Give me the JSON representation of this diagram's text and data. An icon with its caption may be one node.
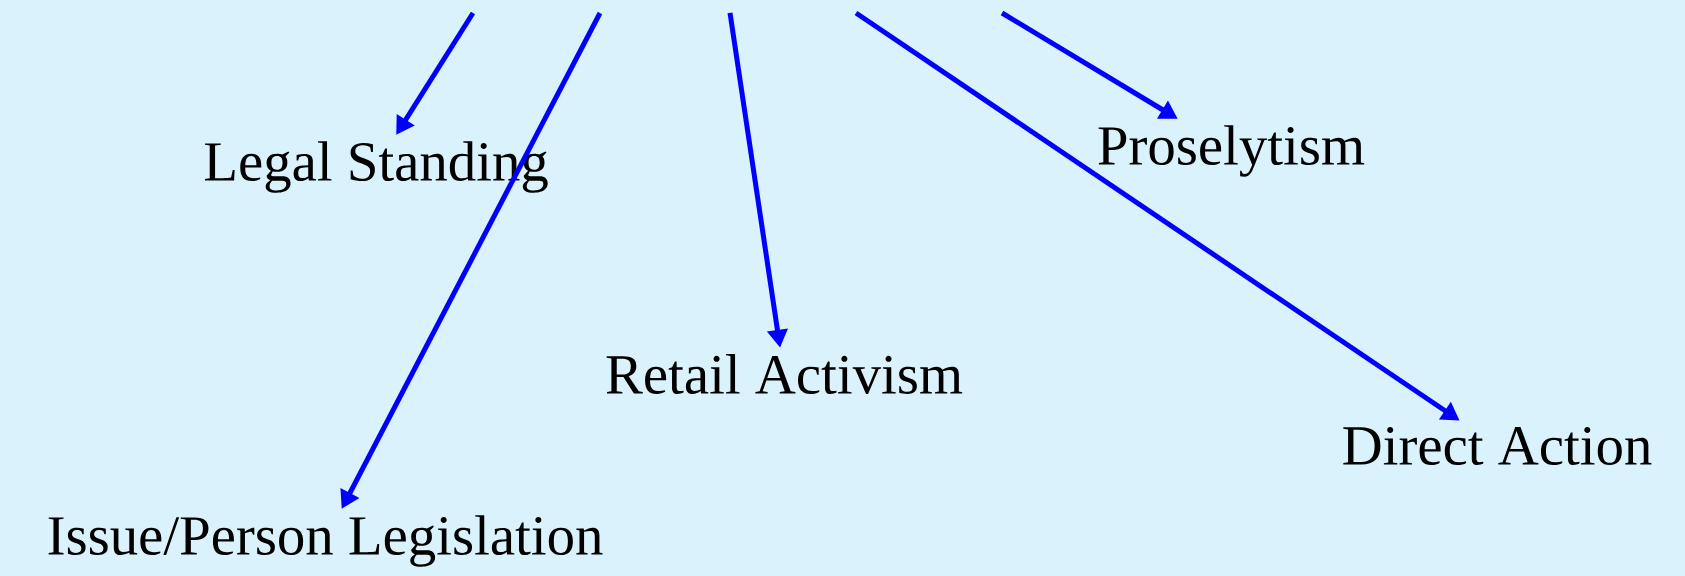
{
  "diagram": {
    "nodes": [
      {
        "text": [
          "Legal Standing"
        ]
      },
      {
        "text": [
          "Proselytism"
        ]
      },
      {
        "text": [
          "Retail Activism"
        ]
      },
      {
        "text": [
          "Direct Action"
        ]
      },
      {
        "text": [
          "Issue/Person Legislation"
        ]
      }
    ],
    "edges": [
      {
        "from": null,
        "to": 0,
        "arrow": "to"
      },
      {
        "from": null,
        "to": 4,
        "arrow": "to"
      },
      {
        "from": null,
        "to": 2,
        "arrow": "to"
      },
      {
        "from": null,
        "to": 3,
        "arrow": "to"
      },
      {
        "from": null,
        "to": 1,
        "arrow": "to"
      }
    ]
  }
}
